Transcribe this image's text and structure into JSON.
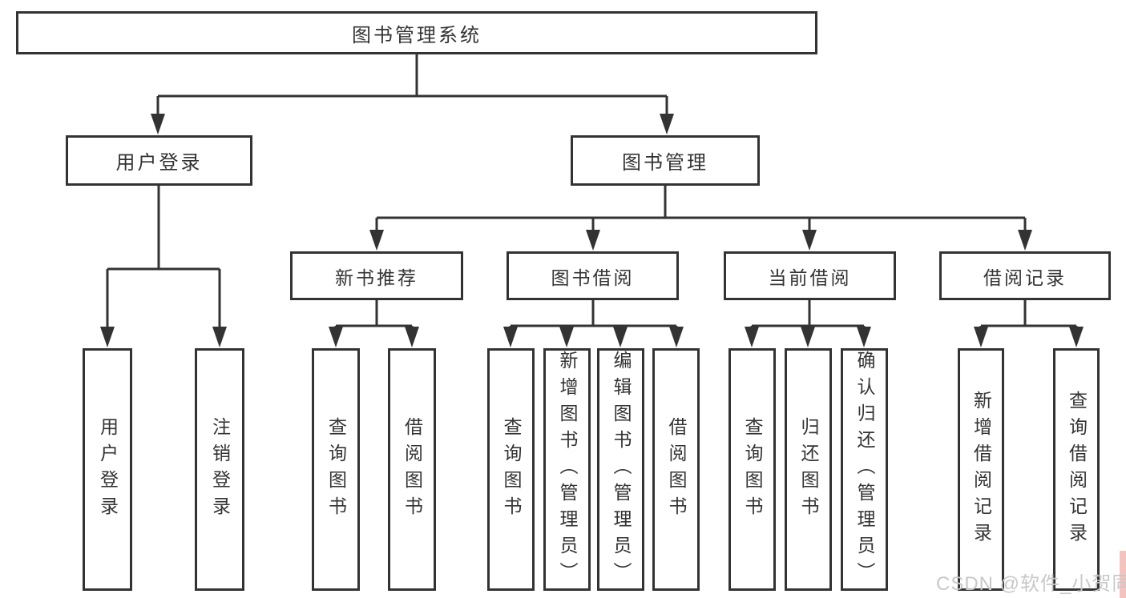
{
  "diagram": {
    "root": {
      "label": "图书管理系统"
    },
    "branches": [
      {
        "label": "用户登录",
        "leaves": [
          {
            "label": "用户登录"
          },
          {
            "label": "注销登录"
          }
        ]
      },
      {
        "label": "图书管理",
        "groups": [
          {
            "label": "新书推荐",
            "leaves": [
              {
                "label": "查询图书"
              },
              {
                "label": "借阅图书"
              }
            ]
          },
          {
            "label": "图书借阅",
            "leaves": [
              {
                "label": "查询图书"
              },
              {
                "label": "新增图书（管理员）"
              },
              {
                "label": "编辑图书（管理员）"
              },
              {
                "label": "借阅图书"
              }
            ]
          },
          {
            "label": "当前借阅",
            "leaves": [
              {
                "label": "查询图书"
              },
              {
                "label": "归还图书"
              },
              {
                "label": "确认归还（管理员）"
              }
            ]
          },
          {
            "label": "借阅记录",
            "leaves": [
              {
                "label": "新增借阅记录"
              },
              {
                "label": "查询借阅记录"
              }
            ]
          }
        ]
      }
    ]
  },
  "watermark": {
    "text": "CSDN @软件_小贺同学"
  },
  "colors": {
    "background": "#ffffff",
    "line": "#333333",
    "box_border": "#333333",
    "text": "#333333",
    "watermark_text": "#c8c8c8",
    "watermark_accent": "#f3c3c0"
  }
}
